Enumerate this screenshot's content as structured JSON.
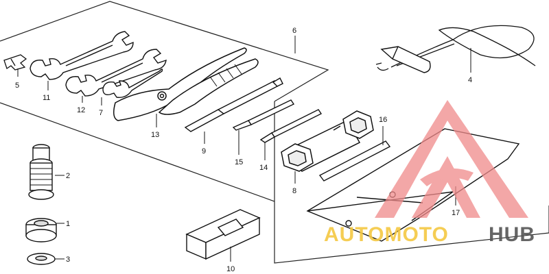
{
  "callouts": {
    "n1": "1",
    "n2": "2",
    "n3": "3",
    "n4": "4",
    "n5": "5",
    "n6": "6",
    "n7": "7",
    "n8": "8",
    "n9": "9",
    "n10": "10",
    "n11": "11",
    "n12": "12",
    "n13": "13",
    "n14": "14",
    "n15": "15",
    "n16": "16",
    "n17": "17"
  },
  "watermark": {
    "part1": "AUTOMOTO",
    "part2": "HUB",
    "color_primary": "#f08a8a",
    "color_secondary": "#f5c842",
    "color_dark": "#555555"
  },
  "icons": {
    "logo": "triangle-a-logo-icon"
  }
}
